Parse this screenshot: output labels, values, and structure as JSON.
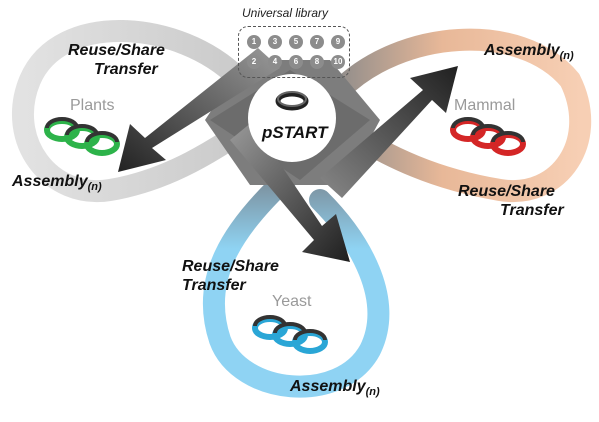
{
  "library": {
    "title": "Universal library",
    "parts": [
      "1",
      "3",
      "5",
      "7",
      "9",
      "2",
      "4",
      "6",
      "8",
      "10"
    ]
  },
  "center": {
    "label": "pSTART"
  },
  "organisms": {
    "plants": {
      "name": "Plants",
      "ring_color": "#d4d4d4",
      "part_color": "#2db34a"
    },
    "mammal": {
      "name": "Mammal",
      "ring_color": "#f6c7a6",
      "part_color": "#d42626"
    },
    "yeast": {
      "name": "Yeast",
      "ring_color": "#8fd3f3",
      "part_color": "#2aa6d6"
    }
  },
  "labels": {
    "plants_reuse": "Reuse/Share",
    "plants_transfer": "Transfer",
    "plants_assembly": "Assembly",
    "plants_assembly_sub": "(n)",
    "mammal_assembly": "Assembly",
    "mammal_assembly_sub": "(n)",
    "mammal_reuse": "Reuse/Share",
    "mammal_transfer": "Transfer",
    "yeast_reuse": "Reuse/Share",
    "yeast_transfer": "Transfer",
    "yeast_assembly": "Assembly",
    "yeast_assembly_sub": "(n)"
  }
}
